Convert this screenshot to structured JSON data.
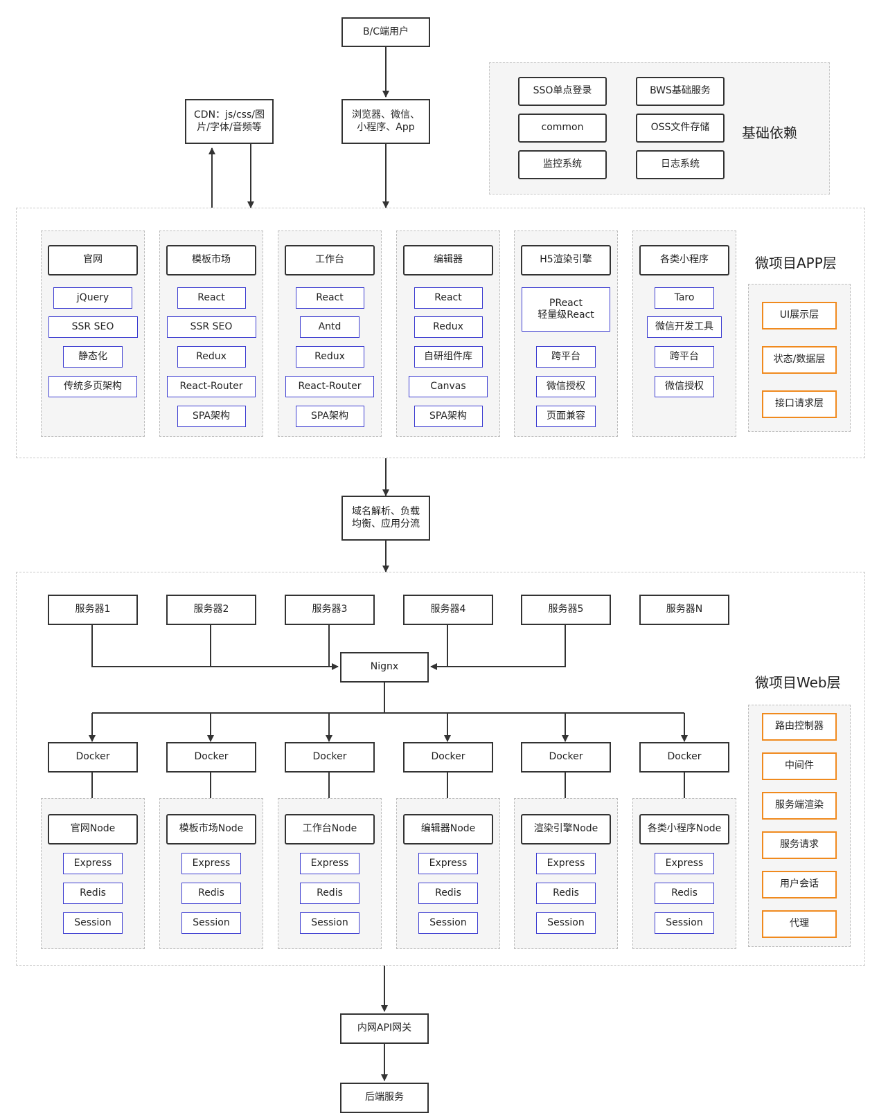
{
  "top": {
    "user": "B/C端用户",
    "browser": "浏览器、微信、\n小程序、App",
    "cdn": "CDN：js/css/图\n片/字体/音频等"
  },
  "base_deps": {
    "title": "基础依赖",
    "items": [
      "SSO单点登录",
      "BWS基础服务",
      "common",
      "OSS文件存储",
      "监控系统",
      "日志系统"
    ]
  },
  "app_layer": {
    "title": "微项目APP层",
    "columns": [
      {
        "head": "官网",
        "items": [
          "jQuery",
          "SSR SEO",
          "静态化",
          "传统多页架构"
        ]
      },
      {
        "head": "模板市场",
        "items": [
          "React",
          "SSR SEO",
          "Redux",
          "React-Router",
          "SPA架构"
        ]
      },
      {
        "head": "工作台",
        "items": [
          "React",
          "Antd",
          "Redux",
          "React-Router",
          "SPA架构"
        ]
      },
      {
        "head": "编辑器",
        "items": [
          "React",
          "Redux",
          "自研组件库",
          "Canvas",
          "SPA架构"
        ]
      },
      {
        "head": "H5渲染引擎",
        "items": [
          "PReact\n轻量级React",
          "跨平台",
          "微信授权",
          "页面兼容"
        ]
      },
      {
        "head": "各类小程序",
        "items": [
          "Taro",
          "微信开发工具",
          "跨平台",
          "微信授权"
        ]
      }
    ],
    "legend": [
      "UI展示层",
      "状态/数据层",
      "接口请求层"
    ]
  },
  "dns": "域名解析、负载\n均衡、应用分流",
  "web_layer": {
    "title": "微项目Web层",
    "servers": [
      "服务器1",
      "服务器2",
      "服务器3",
      "服务器4",
      "服务器5",
      "服务器N"
    ],
    "nginx": "Nignx",
    "docker": "Docker",
    "nodes": [
      {
        "head": "官网Node",
        "items": [
          "Express",
          "Redis",
          "Session"
        ]
      },
      {
        "head": "模板市场Node",
        "items": [
          "Express",
          "Redis",
          "Session"
        ]
      },
      {
        "head": "工作台Node",
        "items": [
          "Express",
          "Redis",
          "Session"
        ]
      },
      {
        "head": "编辑器Node",
        "items": [
          "Express",
          "Redis",
          "Session"
        ]
      },
      {
        "head": "渲染引擎Node",
        "items": [
          "Express",
          "Redis",
          "Session"
        ]
      },
      {
        "head": "各类小程序Node",
        "items": [
          "Express",
          "Redis",
          "Session"
        ]
      }
    ],
    "legend": [
      "路由控制器",
      "中间件",
      "服务端渲染",
      "服务请求",
      "用户会话",
      "代理"
    ]
  },
  "gateway": "内网API网关",
  "backend": "后端服务",
  "colors": {
    "frame": "#333333",
    "tech": "#3a3ad0",
    "legend": "#f08a1e",
    "dashed": "#c8c8c8",
    "panel": "#f5f5f5"
  }
}
